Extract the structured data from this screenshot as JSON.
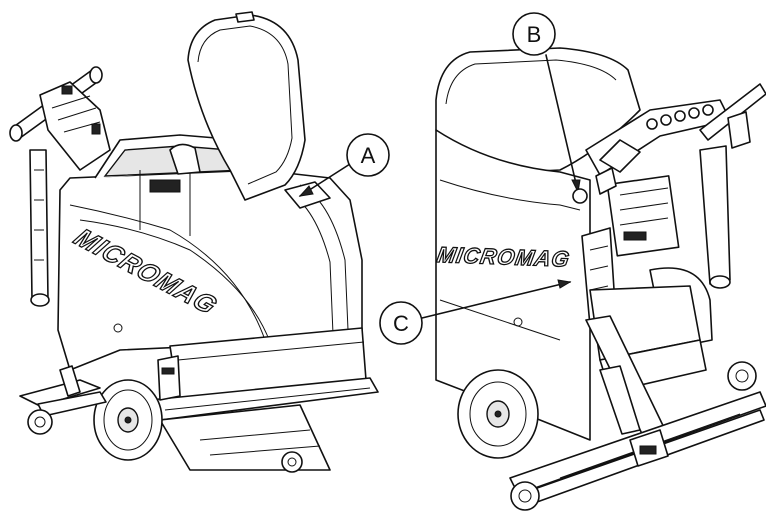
{
  "brand_left": "MICROMAG",
  "brand_right": "MICROMAG",
  "callouts": {
    "a": "A",
    "b": "B",
    "c": "C"
  },
  "colors": {
    "line": "#111111",
    "background": "#ffffff"
  }
}
